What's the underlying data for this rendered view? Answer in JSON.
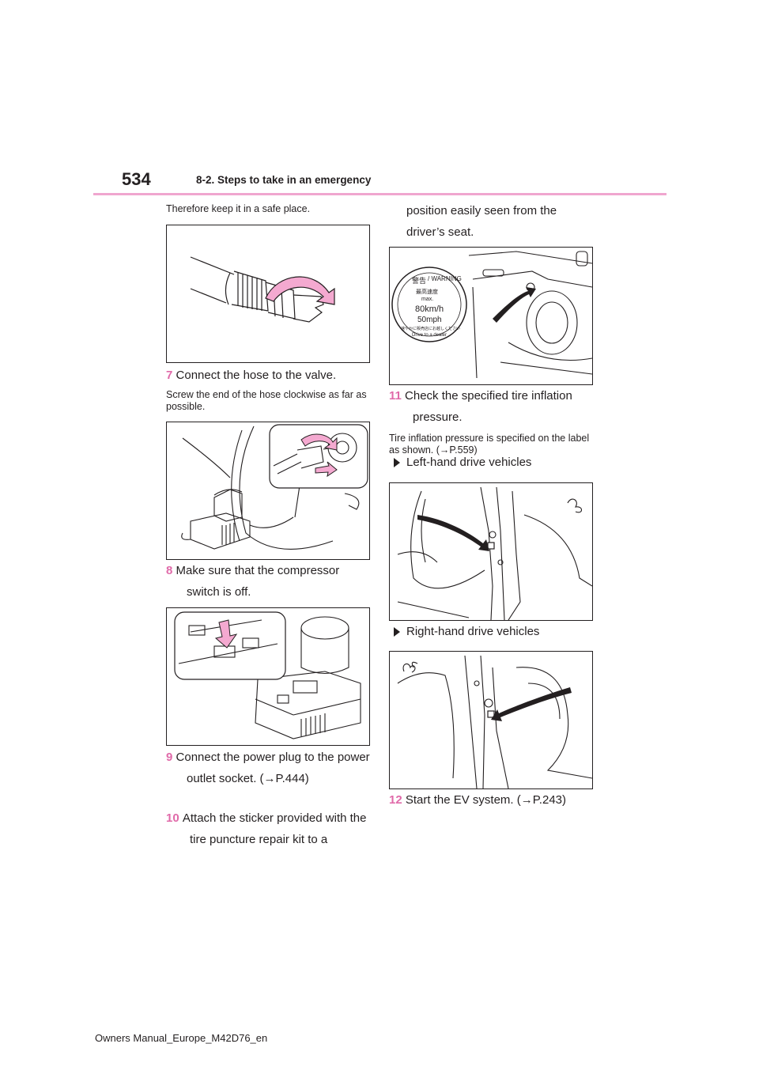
{
  "header": {
    "page_number": "534",
    "section_title": "8-2. Steps to take in an emergency"
  },
  "left_column": {
    "intro_text": "Therefore keep it in a safe place.",
    "step7": {
      "number": "7",
      "text": "Connect the hose to the valve.",
      "note": "Screw the end of the hose clockwise as far as possible."
    },
    "step8": {
      "number": "8",
      "text": "Make sure that the compressor switch is off."
    },
    "step9": {
      "number": "9",
      "text": "Connect the power plug to the power outlet socket. (→P.444)"
    },
    "step10": {
      "number": "10",
      "text": "Attach the sticker provided with the tire puncture repair kit to a"
    }
  },
  "right_column": {
    "continued_text": "position easily seen from the driver’s seat.",
    "sticker_label": {
      "warning_jp": "警告",
      "warning_en": "/ WARNING",
      "speed_jp": "最高速度",
      "max": "max.",
      "kmh": "80km/h",
      "mph": "50mph",
      "bottom_jp": "速やかに販売店にお越しください",
      "bottom_en": "Drive to a dealer"
    },
    "step11": {
      "number": "11",
      "text": "Check the specified tire inflation pressure.",
      "note": "Tire inflation pressure is specified on the label as shown. (→P.559)"
    },
    "bullet_lhd": "Left-hand drive vehicles",
    "bullet_rhd": "Right-hand drive vehicles",
    "step12": {
      "number": "12",
      "text": "Start the EV system. (→P.243)"
    }
  },
  "footer": {
    "text": "Owners Manual_Europe_M42D76_en"
  },
  "colors": {
    "accent": "#e06aa9",
    "rule": "#f0a6cf",
    "arrow_fill": "#f4a9d0"
  }
}
